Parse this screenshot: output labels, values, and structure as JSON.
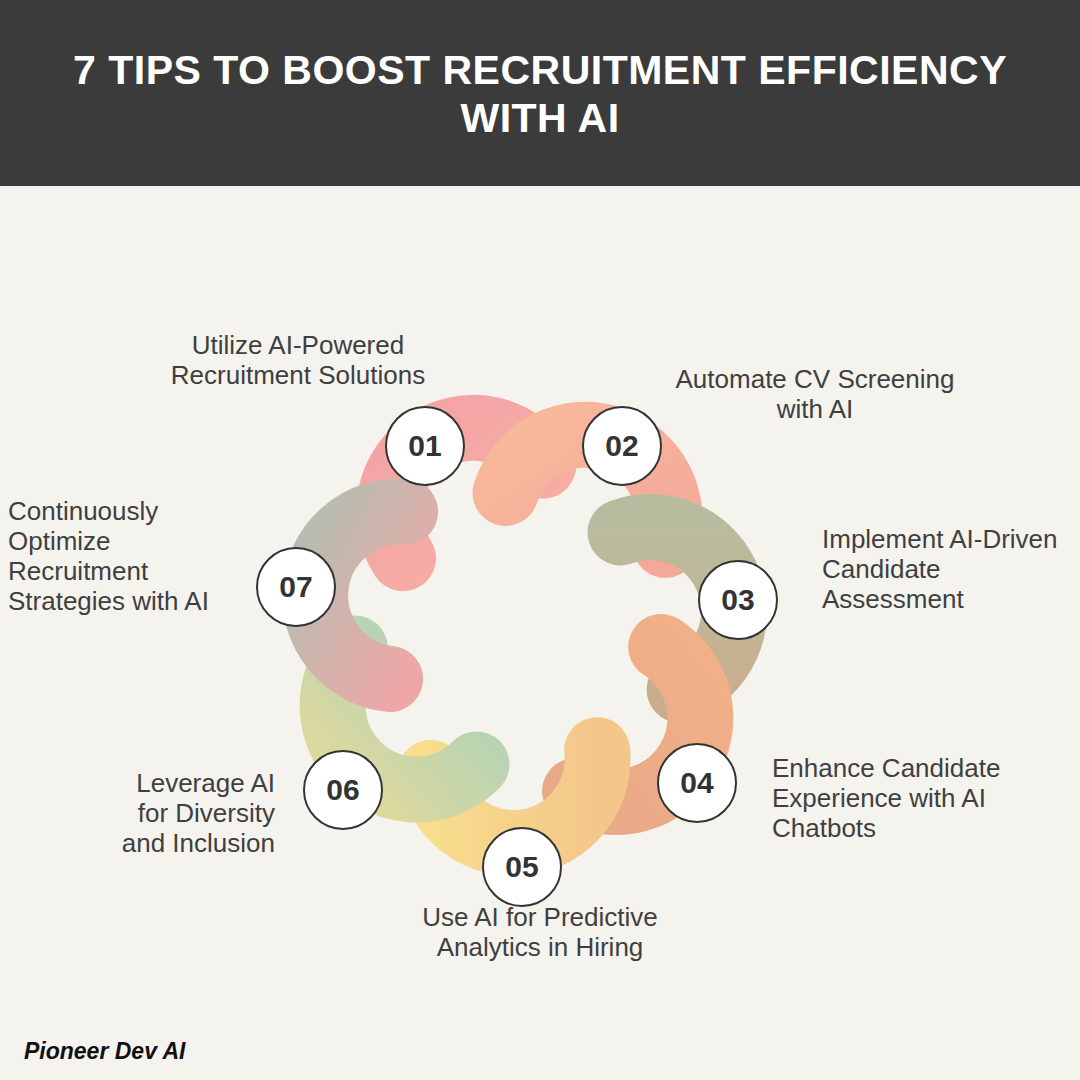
{
  "diagram": {
    "title": "7 TIPS TO BOOST RECRUITMENT EFFICIENCY WITH AI",
    "nodes": [
      {
        "text": [
          "01",
          "Utilize AI-Powered Recruitment Solutions"
        ]
      },
      {
        "text": [
          "02",
          "Automate CV Screening with AI"
        ]
      },
      {
        "text": [
          "03",
          "Implement AI-Driven Candidate Assessment"
        ]
      },
      {
        "text": [
          "04",
          "Enhance Candidate Experience with AI Chatbots"
        ]
      },
      {
        "text": [
          "05",
          "Use AI for Predictive Analytics in Hiring"
        ]
      },
      {
        "text": [
          "06",
          "Leverage AI for Diversity and Inclusion"
        ]
      },
      {
        "text": [
          "07",
          "Continuously Optimize Recruitment Strategies with AI"
        ]
      }
    ],
    "labels": [
      "Pioneer Dev AI"
    ]
  }
}
